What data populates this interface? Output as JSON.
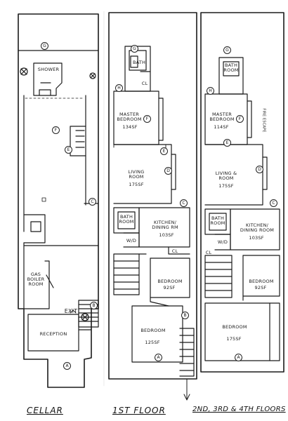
{
  "cellar": {
    "shower": "SHOWER",
    "gas_boiler_room": "GAS\nBOILER\nROOM",
    "exit": "EXIT",
    "reception": "RECEPTION",
    "caption": "CELLAR"
  },
  "first_floor": {
    "bath": "BATH",
    "cl": "CL",
    "master_bedroom": "MASTER\nBEDROOM",
    "master_bedroom_area": "134SF",
    "living_room": "LIVING\nROOM",
    "living_room_area": "175SF",
    "bath_room": "BATH\nROOM",
    "kitchen_dining": "KITCHEN/\nDINING RM",
    "kitchen_area": "103SF",
    "wd": "W/D",
    "cl2": "CL",
    "bedroom_mid": "BEDROOM",
    "bedroom_mid_area": "92SF",
    "bedroom_front": "BEDROOM",
    "bedroom_front_area": "125SF",
    "caption": "1ST FLOOR"
  },
  "upper_floors": {
    "bath_room_top": "BATH\nROOM",
    "master_bedroom": "MASTER\nBEDROOM",
    "master_bedroom_area": "114SF",
    "fire_stairs": "FIRE ESCAPE",
    "living_room": "LIVING &\nROOM",
    "living_room_area": "175SF",
    "bath_room": "BATH\nROOM",
    "kitchen_dining": "KITCHEN/\nDINING ROOM",
    "kitchen_area": "103SF",
    "wd": "W/D",
    "cl": "CL",
    "bedroom_mid": "BEDROOM",
    "bedroom_mid_area": "92SF",
    "bedroom_front": "BEDROOM",
    "bedroom_front_area": "175SF",
    "caption": "2ND, 3RD & 4TH FLOORS"
  },
  "markers": {
    "a": "A",
    "b": "B",
    "c": "C",
    "d": "D",
    "e": "E",
    "f": "F",
    "g": "G",
    "h": "H"
  }
}
